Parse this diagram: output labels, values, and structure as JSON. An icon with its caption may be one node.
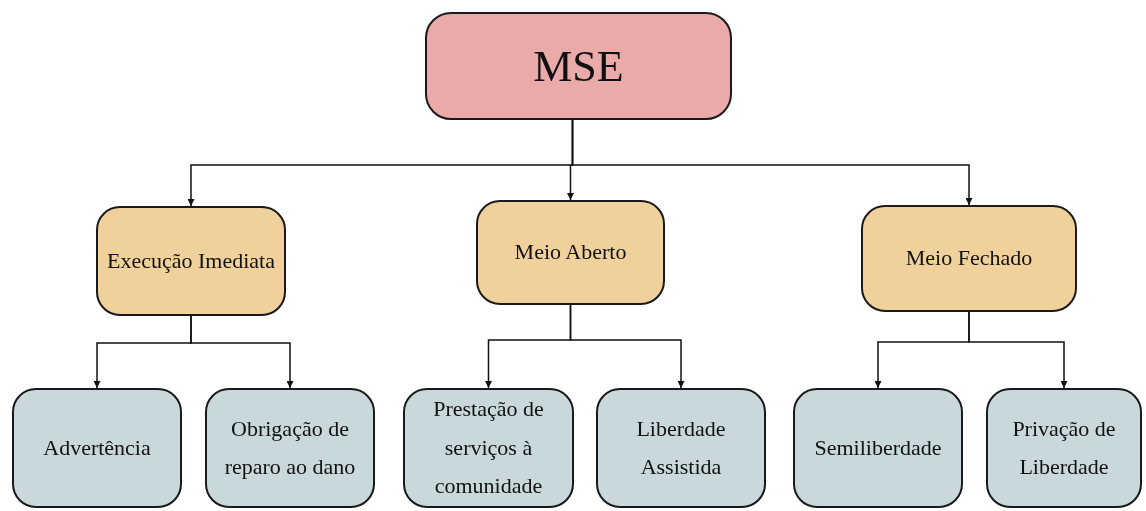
{
  "diagram": {
    "nodes": [
      {
        "text": [
          "MSE"
        ]
      },
      {
        "text": [
          "Execução Imediata"
        ]
      },
      {
        "text": [
          "Meio Aberto"
        ]
      },
      {
        "text": [
          "Meio Fechado"
        ]
      },
      {
        "text": [
          "Advertência"
        ]
      },
      {
        "text": [
          "Obrigação de reparo ao dano"
        ]
      },
      {
        "text": [
          "Prestação de serviços à comunidade"
        ]
      },
      {
        "text": [
          "Liberdade Assistida"
        ]
      },
      {
        "text": [
          "Semiliberdade"
        ]
      },
      {
        "text": [
          "Privação de Liberdade"
        ]
      }
    ],
    "edges": [
      {
        "from": 0,
        "to": 1,
        "arrow": "to"
      },
      {
        "from": 0,
        "to": 2,
        "arrow": "to"
      },
      {
        "from": 0,
        "to": 3,
        "arrow": "to"
      },
      {
        "from": 1,
        "to": 4,
        "arrow": "to"
      },
      {
        "from": 1,
        "to": 5,
        "arrow": "to"
      },
      {
        "from": 2,
        "to": 6,
        "arrow": "to"
      },
      {
        "from": 2,
        "to": 7,
        "arrow": "to"
      },
      {
        "from": 3,
        "to": 8,
        "arrow": "to"
      },
      {
        "from": 3,
        "to": 9,
        "arrow": "to"
      }
    ]
  }
}
